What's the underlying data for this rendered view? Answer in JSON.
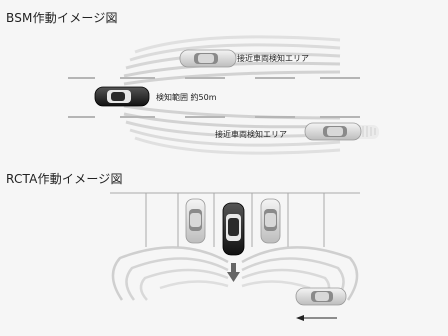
{
  "bsm": {
    "title": "BSM作動イメージ図",
    "zone_label_top": "接近車両検知エリア",
    "range_label": "検知範囲 約50m",
    "zone_label_bottom": "接近車両検知エリア"
  },
  "rcta": {
    "title": "RCTA作動イメージ図"
  },
  "icons": {
    "direction_arrow": "down-arrow-icon",
    "approach_arrow": "left-arrow-icon"
  }
}
